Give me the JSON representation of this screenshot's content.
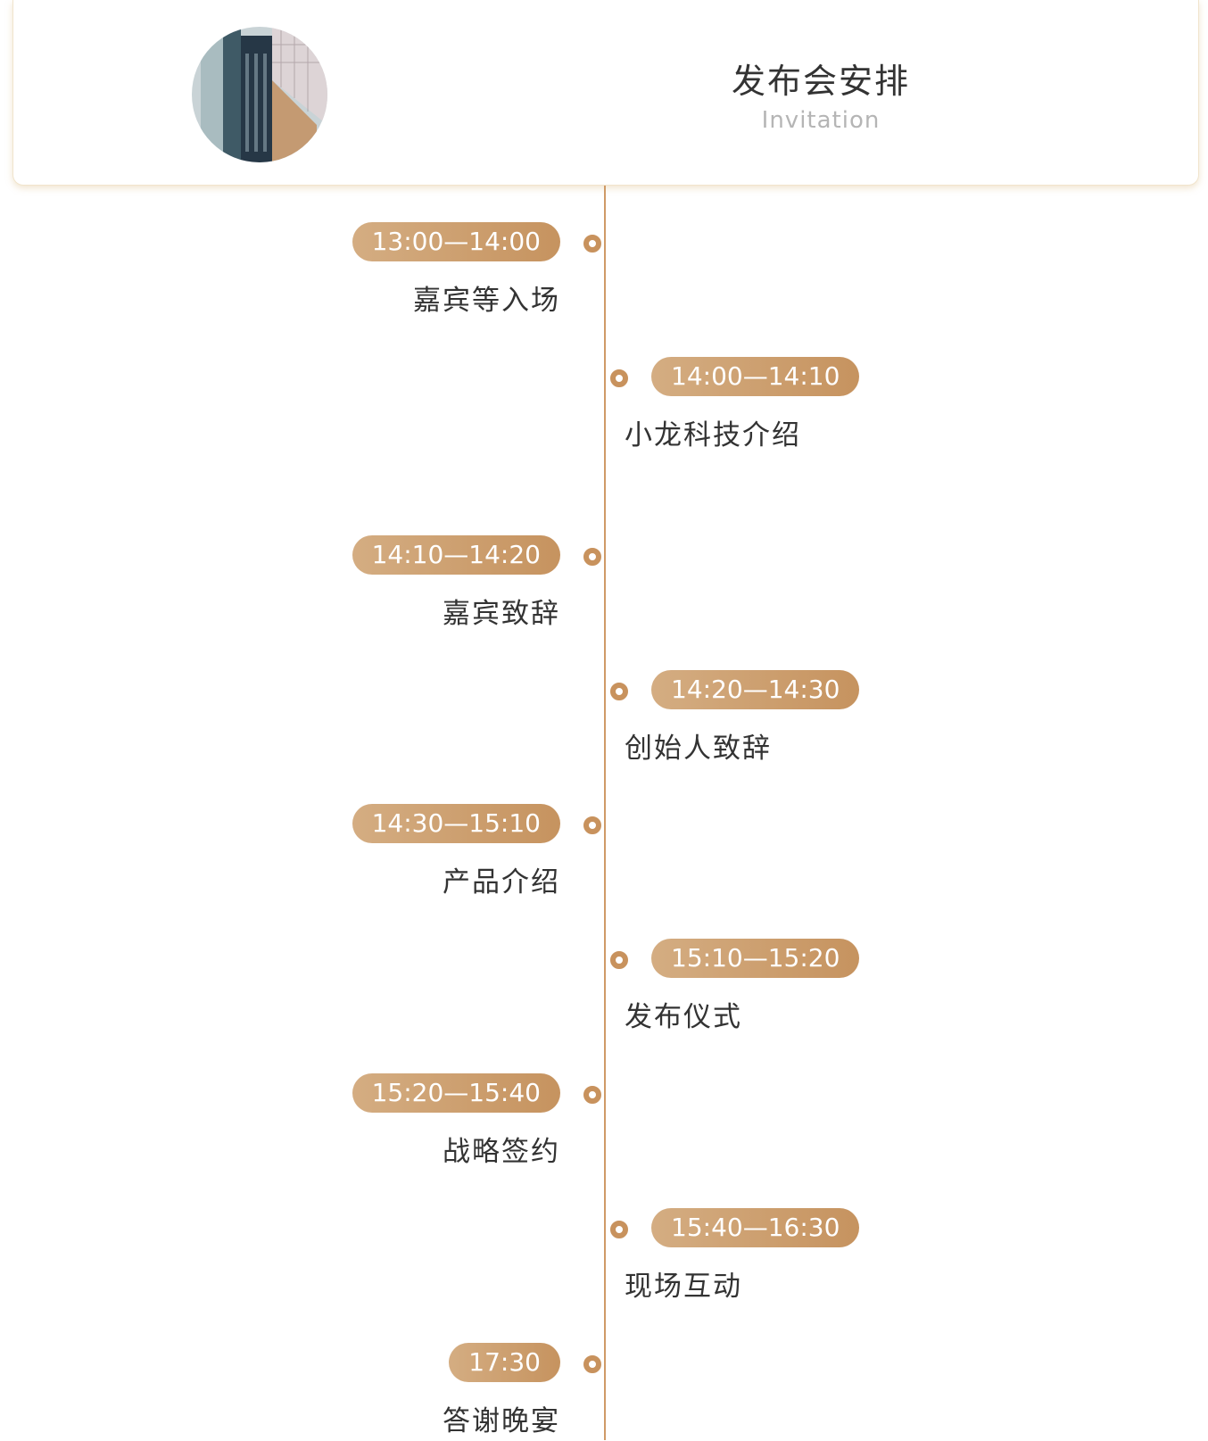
{
  "header": {
    "title": "发布会安排",
    "subtitle": "Invitation"
  },
  "accent": "#c8925d",
  "schedule": [
    {
      "time": "13:00—14:00",
      "event": "嘉宾等入场"
    },
    {
      "time": "14:00—14:10",
      "event": "小龙科技介绍"
    },
    {
      "time": "14:10—14:20",
      "event": "嘉宾致辞"
    },
    {
      "time": "14:20—14:30",
      "event": "创始人致辞"
    },
    {
      "time": "14:30—15:10",
      "event": "产品介绍"
    },
    {
      "time": "15:10—15:20",
      "event": "发布仪式"
    },
    {
      "time": "15:20—15:40",
      "event": "战略签约"
    },
    {
      "time": "15:40—16:30",
      "event": "现场互动"
    },
    {
      "time": "17:30",
      "event": "答谢晚宴"
    }
  ]
}
